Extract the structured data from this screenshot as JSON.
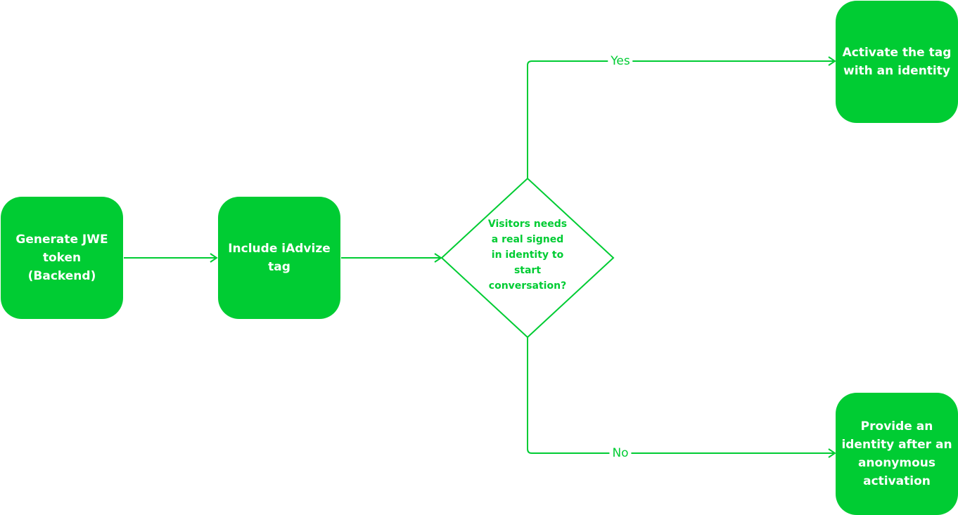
{
  "colors": {
    "green": "#00cc33",
    "background": "#ffffff"
  },
  "nodes": {
    "generate": "Generate JWE\ntoken\n(Backend)",
    "include": "Include iAdvize\ntag",
    "decision": "Visitors needs\na real signed\nin identity to\nstart\nconversation?",
    "activate": "Activate the tag\nwith an identity",
    "provide": "Provide an\nidentity after an\nanonymous\nactivation"
  },
  "edges": {
    "yes_label": "Yes",
    "no_label": "No"
  }
}
